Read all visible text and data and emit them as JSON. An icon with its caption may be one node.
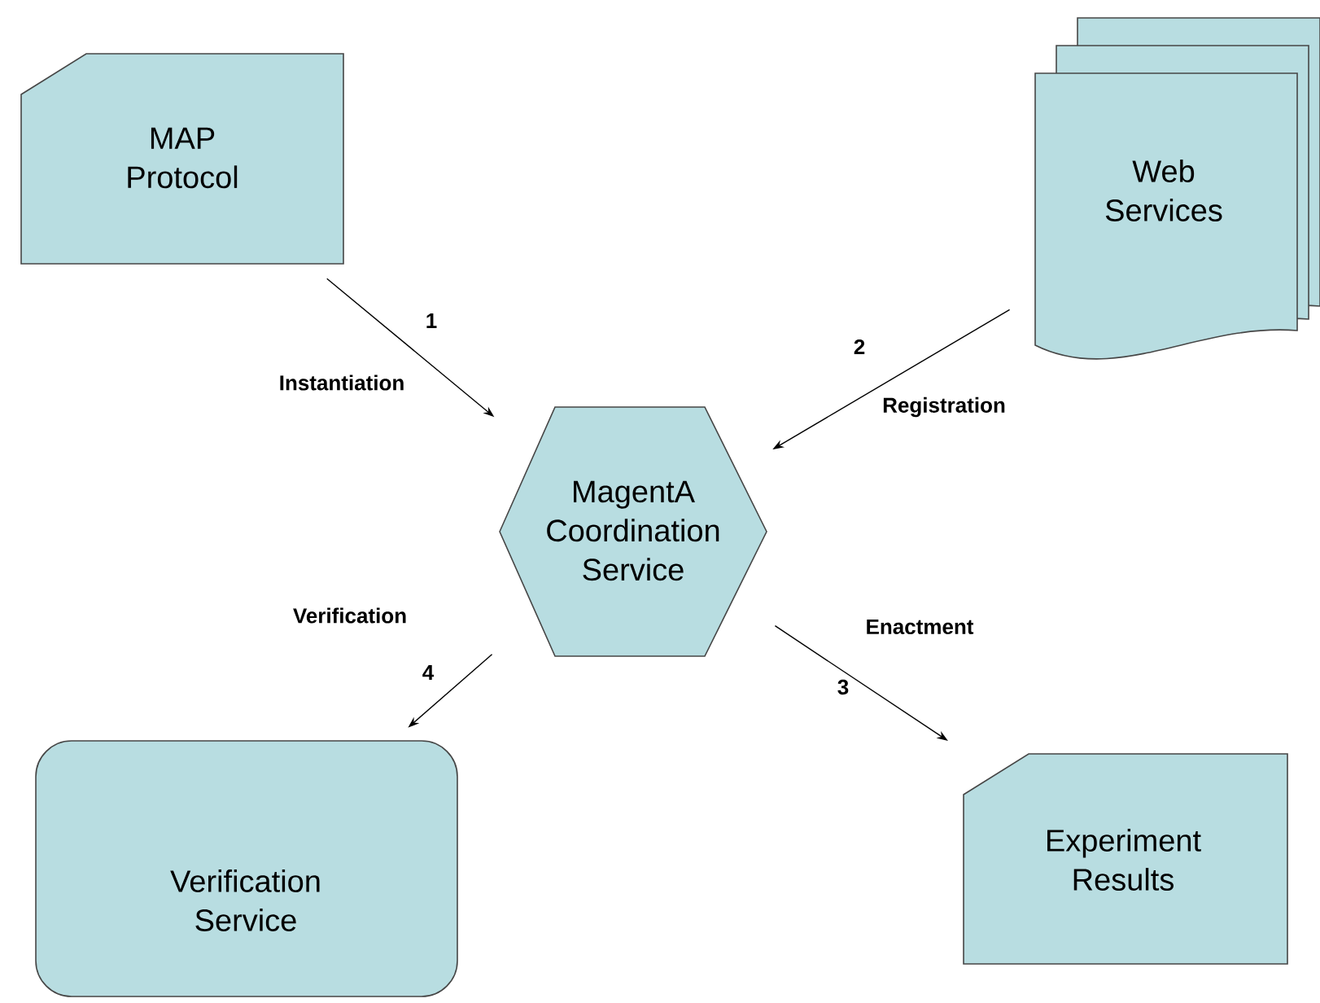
{
  "diagram": {
    "nodes": [
      {
        "text": [
          "MAP Protocol"
        ]
      },
      {
        "text": [
          "Web Services"
        ]
      },
      {
        "text": [
          "MagentA Coordination Service"
        ]
      },
      {
        "text": [
          "Verification Service"
        ]
      },
      {
        "text": [
          "Experiment Results"
        ]
      }
    ],
    "edges": [
      {
        "from": 0,
        "to": 2,
        "arrow": "to",
        "label": "Instantiation"
      },
      {
        "from": 1,
        "to": 2,
        "arrow": "to",
        "label": "Registration"
      },
      {
        "from": 2,
        "to": 3,
        "arrow": "to",
        "label": "Verification"
      },
      {
        "from": 2,
        "to": 4,
        "arrow": "to",
        "label": "Enactment"
      }
    ],
    "labels": [
      "1",
      "2",
      "4",
      "3"
    ]
  }
}
